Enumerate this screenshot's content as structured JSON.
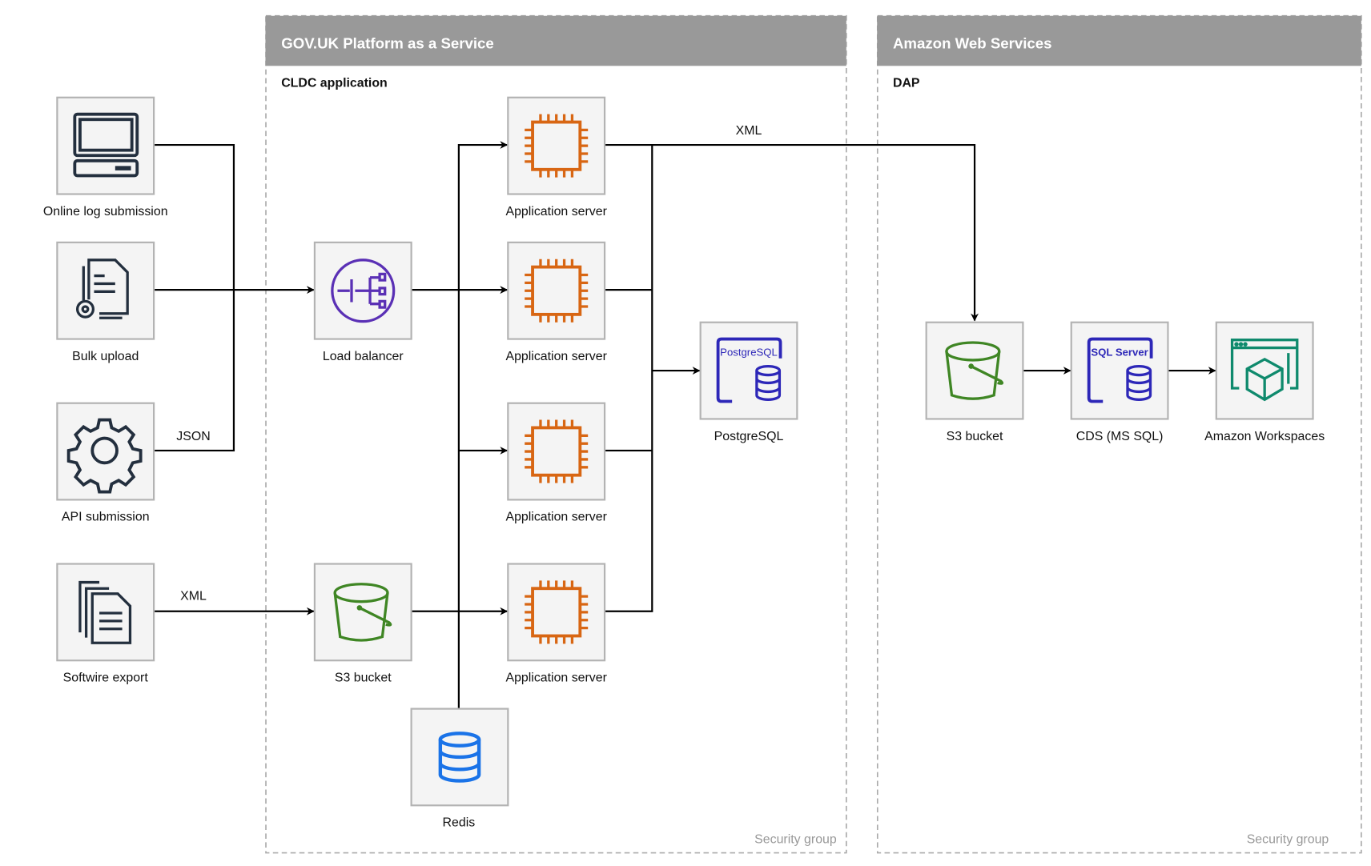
{
  "containers": [
    {
      "title": "GOV.UK Platform as a Service",
      "subtitle": "CLDC application",
      "footer": "Security group"
    },
    {
      "title": "Amazon Web Services",
      "subtitle": "DAP",
      "footer": "Security group"
    }
  ],
  "nodes": {
    "online_log": {
      "label": "Online log submission",
      "icon": "computer-icon"
    },
    "bulk_upload": {
      "label": "Bulk upload",
      "icon": "document-gear-icon"
    },
    "api": {
      "label": "API submission",
      "icon": "gear-icon"
    },
    "softwire": {
      "label": "Softwire export",
      "icon": "documents-icon"
    },
    "load_balancer": {
      "label": "Load balancer",
      "icon": "load-balancer-icon"
    },
    "s3_paas": {
      "label": "S3 bucket",
      "icon": "bucket-icon"
    },
    "app1": {
      "label": "Application server",
      "icon": "chip-icon"
    },
    "app2": {
      "label": "Application server",
      "icon": "chip-icon"
    },
    "app3": {
      "label": "Application server",
      "icon": "chip-icon"
    },
    "app4": {
      "label": "Application server",
      "icon": "chip-icon"
    },
    "redis": {
      "label": "Redis",
      "icon": "database-icon"
    },
    "postgres": {
      "label": "PostgreSQL",
      "icon": "postgresql-icon",
      "icon_text": "PostgreSQL"
    },
    "s3_aws": {
      "label": "S3 bucket",
      "icon": "bucket-icon"
    },
    "cds": {
      "label": "CDS (MS SQL)",
      "icon": "sql-server-icon",
      "icon_text": "SQL Server"
    },
    "workspaces": {
      "label": "Amazon Workspaces",
      "icon": "workspaces-icon"
    }
  },
  "edge_labels": {
    "json": "JSON",
    "xml_softwire": "XML",
    "xml_dap": "XML"
  },
  "colors": {
    "header": "#999999",
    "chip": "#d86613",
    "lb": "#5a30b5",
    "bucket": "#3f8624",
    "db_blue": "#2d27b8",
    "redis": "#1a73e8",
    "workspaces": "#0f8a6d",
    "dark_icon": "#232f3e"
  }
}
